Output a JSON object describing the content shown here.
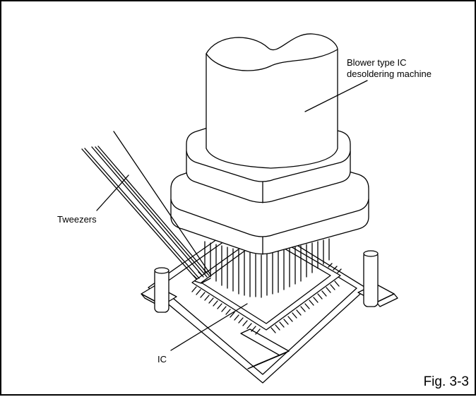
{
  "labels": {
    "blower_line1": "Blower type IC",
    "blower_line2": "desoldering machine",
    "tweezers": "Tweezers",
    "ic": "IC",
    "figure": "Fig. 3-3"
  },
  "colors": {
    "line": "#000000",
    "background": "#ffffff"
  }
}
